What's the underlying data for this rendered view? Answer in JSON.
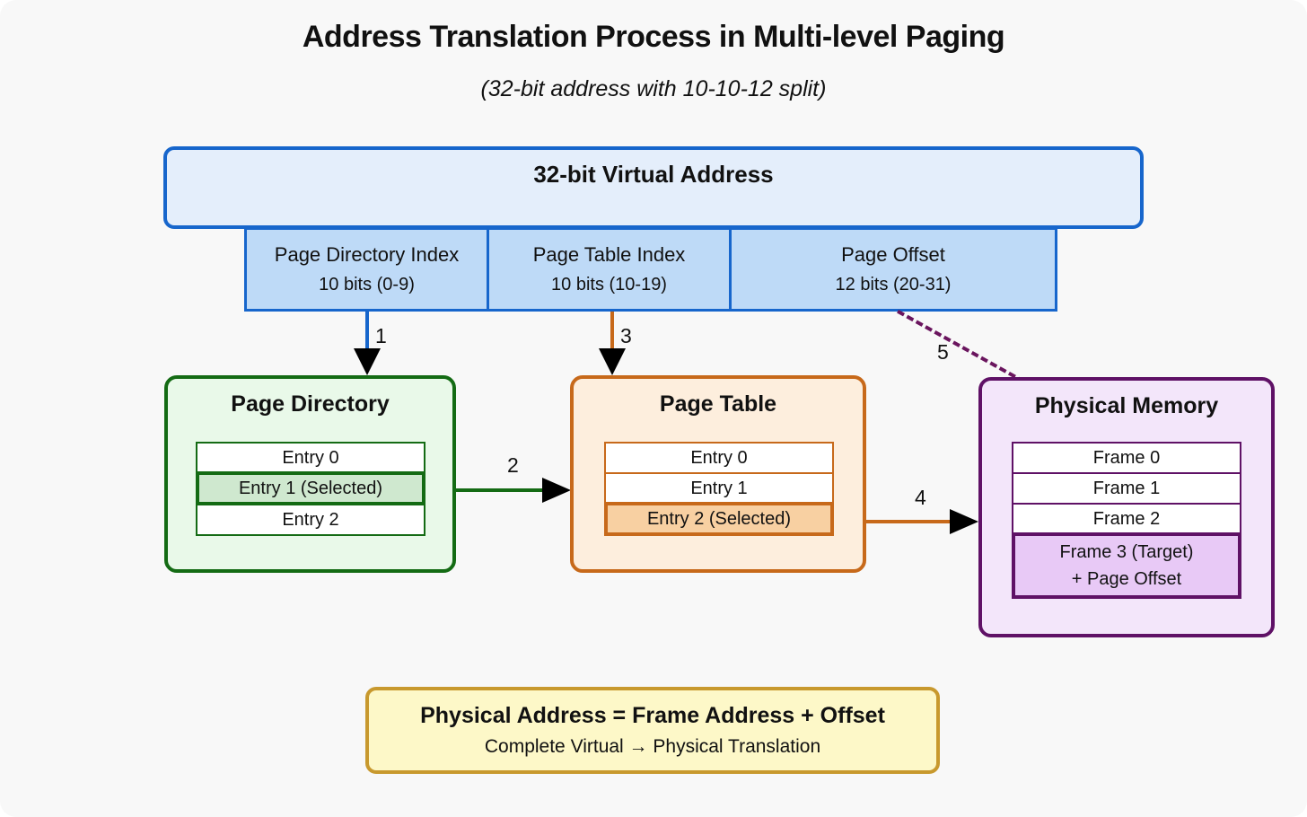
{
  "title": "Address Translation Process in Multi-level Paging",
  "subtitle": "(32-bit address with 10-10-12 split)",
  "virtual_address": {
    "label": "32-bit Virtual Address",
    "fields": [
      {
        "label": "Page Directory Index",
        "bits": "10 bits (0-9)"
      },
      {
        "label": "Page Table Index",
        "bits": "10 bits (10-19)"
      },
      {
        "label": "Page Offset",
        "bits": "12 bits (20-31)"
      }
    ]
  },
  "steps": {
    "s1": "1",
    "s2": "2",
    "s3": "3",
    "s4": "4",
    "s5": "5"
  },
  "page_directory": {
    "title": "Page Directory",
    "entries": [
      "Entry 0",
      "Entry 1 (Selected)",
      "Entry 2"
    ],
    "selected_index": 1
  },
  "page_table": {
    "title": "Page Table",
    "entries": [
      "Entry 0",
      "Entry 1",
      "Entry 2 (Selected)"
    ],
    "selected_index": 2
  },
  "physical_memory": {
    "title": "Physical Memory",
    "frames": [
      "Frame 0",
      "Frame 1",
      "Frame 2"
    ],
    "target_frame_line1": "Frame 3 (Target)",
    "target_frame_line2": "+ Page Offset"
  },
  "result": {
    "line1": "Physical Address = Frame Address + Offset",
    "line2": "Complete Virtual → Physical Translation"
  },
  "colors": {
    "blue_border": "#1766cc",
    "blue_fill": "#e4eefb",
    "blue_field_fill": "#bedaf7",
    "green_border": "#146b14",
    "green_fill": "#e9f9e9",
    "green_selected": "#cfe8cf",
    "orange_border": "#c7691a",
    "orange_fill": "#fdeedd",
    "orange_selected": "#f8d0a2",
    "purple_border": "#5f1166",
    "purple_fill": "#f3e6fa",
    "purple_selected": "#e8c9f6",
    "dashed_arrow": "#6a155e",
    "yellow_border": "#c8992e",
    "yellow_fill": "#fdf8c8",
    "arrowhead": "#000000"
  }
}
